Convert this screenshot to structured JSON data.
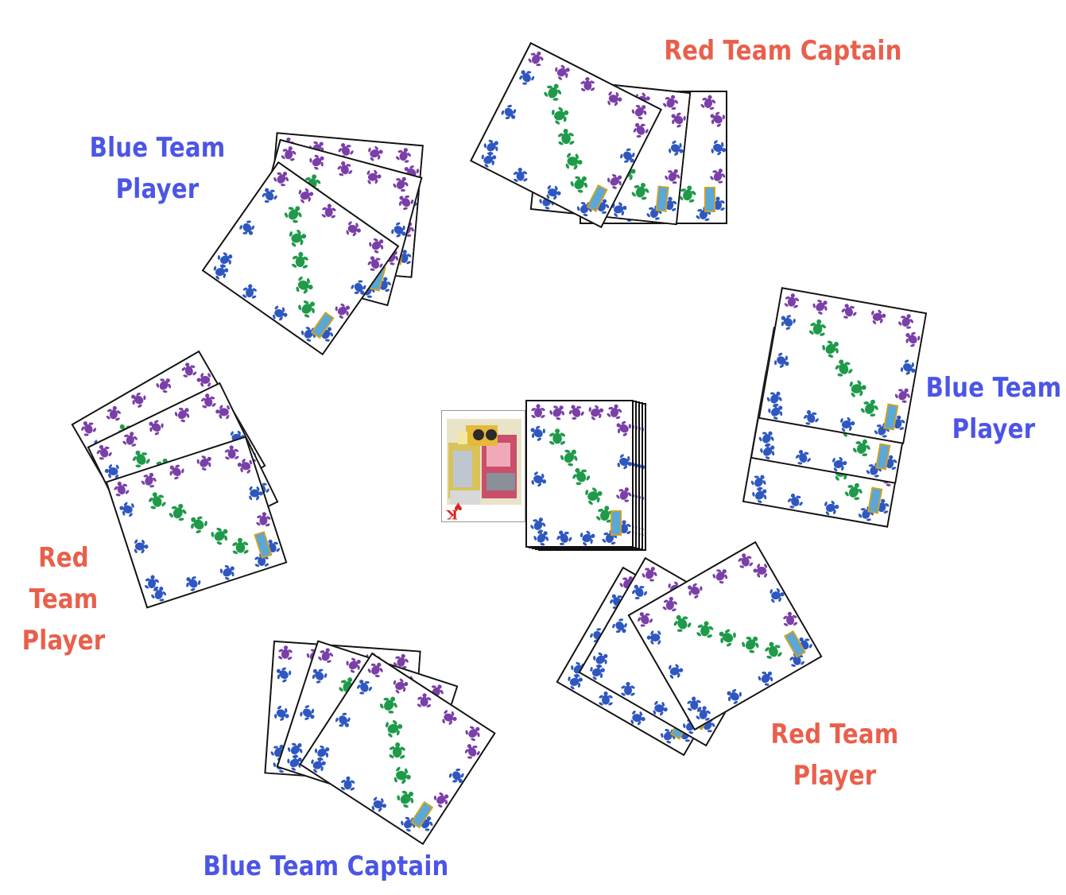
{
  "labels": {
    "red_team_captain": "Red Team Captain",
    "blue_team_player_top_left": "Blue Team\nPlayer",
    "blue_team_player_right": "Blue Team\nPlayer",
    "red_team_player_left": "Red Team\nPlayer",
    "blue_team_captain": "Blue Team Captain",
    "red_team_player_bottom_right": "Red Team\nPlayer"
  },
  "colors": {
    "red_team": "#e8604c",
    "blue_team": "#4b55e6",
    "turtle_purple": "#7a3fa8",
    "turtle_green": "#1f9a4a",
    "turtle_blue": "#2f57c0"
  },
  "center": {
    "face_up_card": {
      "rank": "K",
      "suit": "heart",
      "suit_glyph": "♥"
    },
    "draw_pile": {
      "card_back": "turtle-pattern"
    }
  },
  "players": [
    {
      "role": "Red Team Captain",
      "cards_in_hand": 3
    },
    {
      "role": "Blue Team Player",
      "seat": "top-left",
      "cards_in_hand": 3
    },
    {
      "role": "Blue Team Player",
      "seat": "right",
      "cards_in_hand": 3
    },
    {
      "role": "Red Team Player",
      "seat": "left",
      "cards_in_hand": 3
    },
    {
      "role": "Blue Team Captain",
      "cards_in_hand": 3
    },
    {
      "role": "Red Team Player",
      "seat": "bottom-right",
      "cards_in_hand": 3
    }
  ]
}
